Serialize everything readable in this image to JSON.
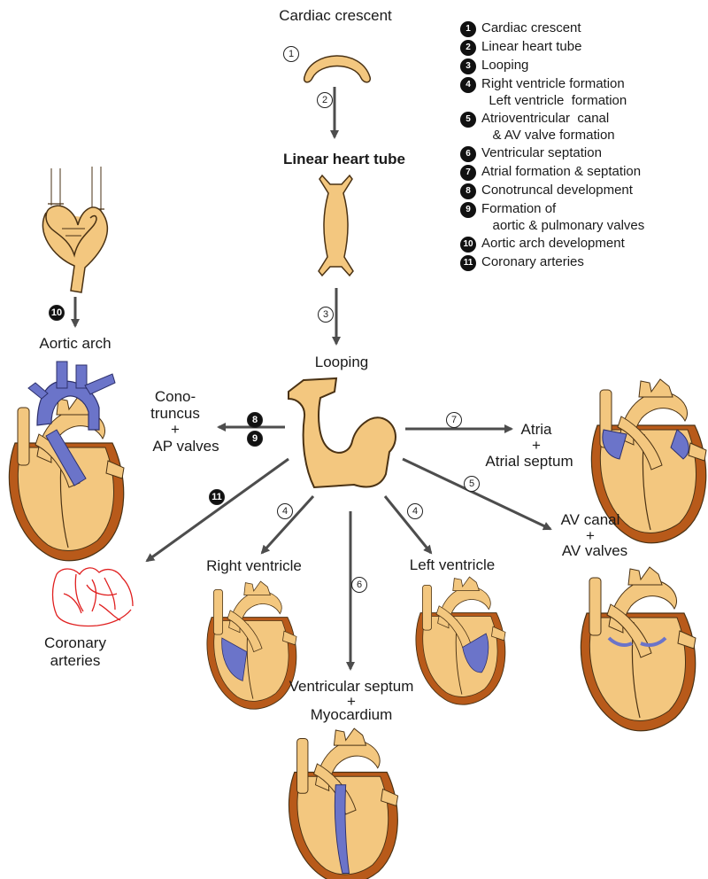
{
  "colors": {
    "tissue": "#f3c77f",
    "tissue_edge": "#4a3214",
    "myocardium": "#b85a1a",
    "vessel_blue": "#6b74c9",
    "coronary_red": "#e02020",
    "arrow": "#4d4d4d"
  },
  "labels": {
    "cardiac_crescent": "Cardiac crescent",
    "linear_heart_tube": "Linear heart tube",
    "looping": "Looping",
    "aortic_arch": "Aortic arch",
    "conotruncus_1": "Cono-",
    "conotruncus_2": "truncus",
    "conotruncus_plus": "+",
    "conotruncus_3": "AP valves",
    "atria_1": "Atria",
    "atria_plus": "+",
    "atria_2": "Atrial septum",
    "av_1": "AV canal",
    "av_plus": "+",
    "av_2": "AV valves",
    "right_ventricle": "Right ventricle",
    "left_ventricle": "Left ventricle",
    "coronary_1": "Coronary",
    "coronary_2": "arteries",
    "vs_1": "Ventricular septum",
    "vs_plus": "+",
    "vs_2": "Myocardium"
  },
  "step_markers": {
    "s1": "1",
    "s2": "2",
    "s3": "3",
    "s10": "10",
    "s8": "8",
    "s9": "9",
    "s7": "7",
    "s5": "5",
    "s11": "11",
    "s4a": "4",
    "s6": "6",
    "s4b": "4"
  },
  "legend": [
    {
      "num": "1",
      "text": "Cardiac crescent"
    },
    {
      "num": "2",
      "text": "Linear heart tube"
    },
    {
      "num": "3",
      "text": "Looping"
    },
    {
      "num": "4",
      "text": "Right ventricle formation\n  Left ventricle  formation"
    },
    {
      "num": "5",
      "text": "Atrioventricular  canal\n   & AV valve formation"
    },
    {
      "num": "6",
      "text": "Ventricular septation"
    },
    {
      "num": "7",
      "text": "Atrial formation & septation"
    },
    {
      "num": "8",
      "text": "Conotruncal development"
    },
    {
      "num": "9",
      "text": "Formation of\n   aortic & pulmonary valves"
    },
    {
      "num": "10",
      "text": "Aortic arch development"
    },
    {
      "num": "11",
      "text": "Coronary arteries"
    }
  ]
}
